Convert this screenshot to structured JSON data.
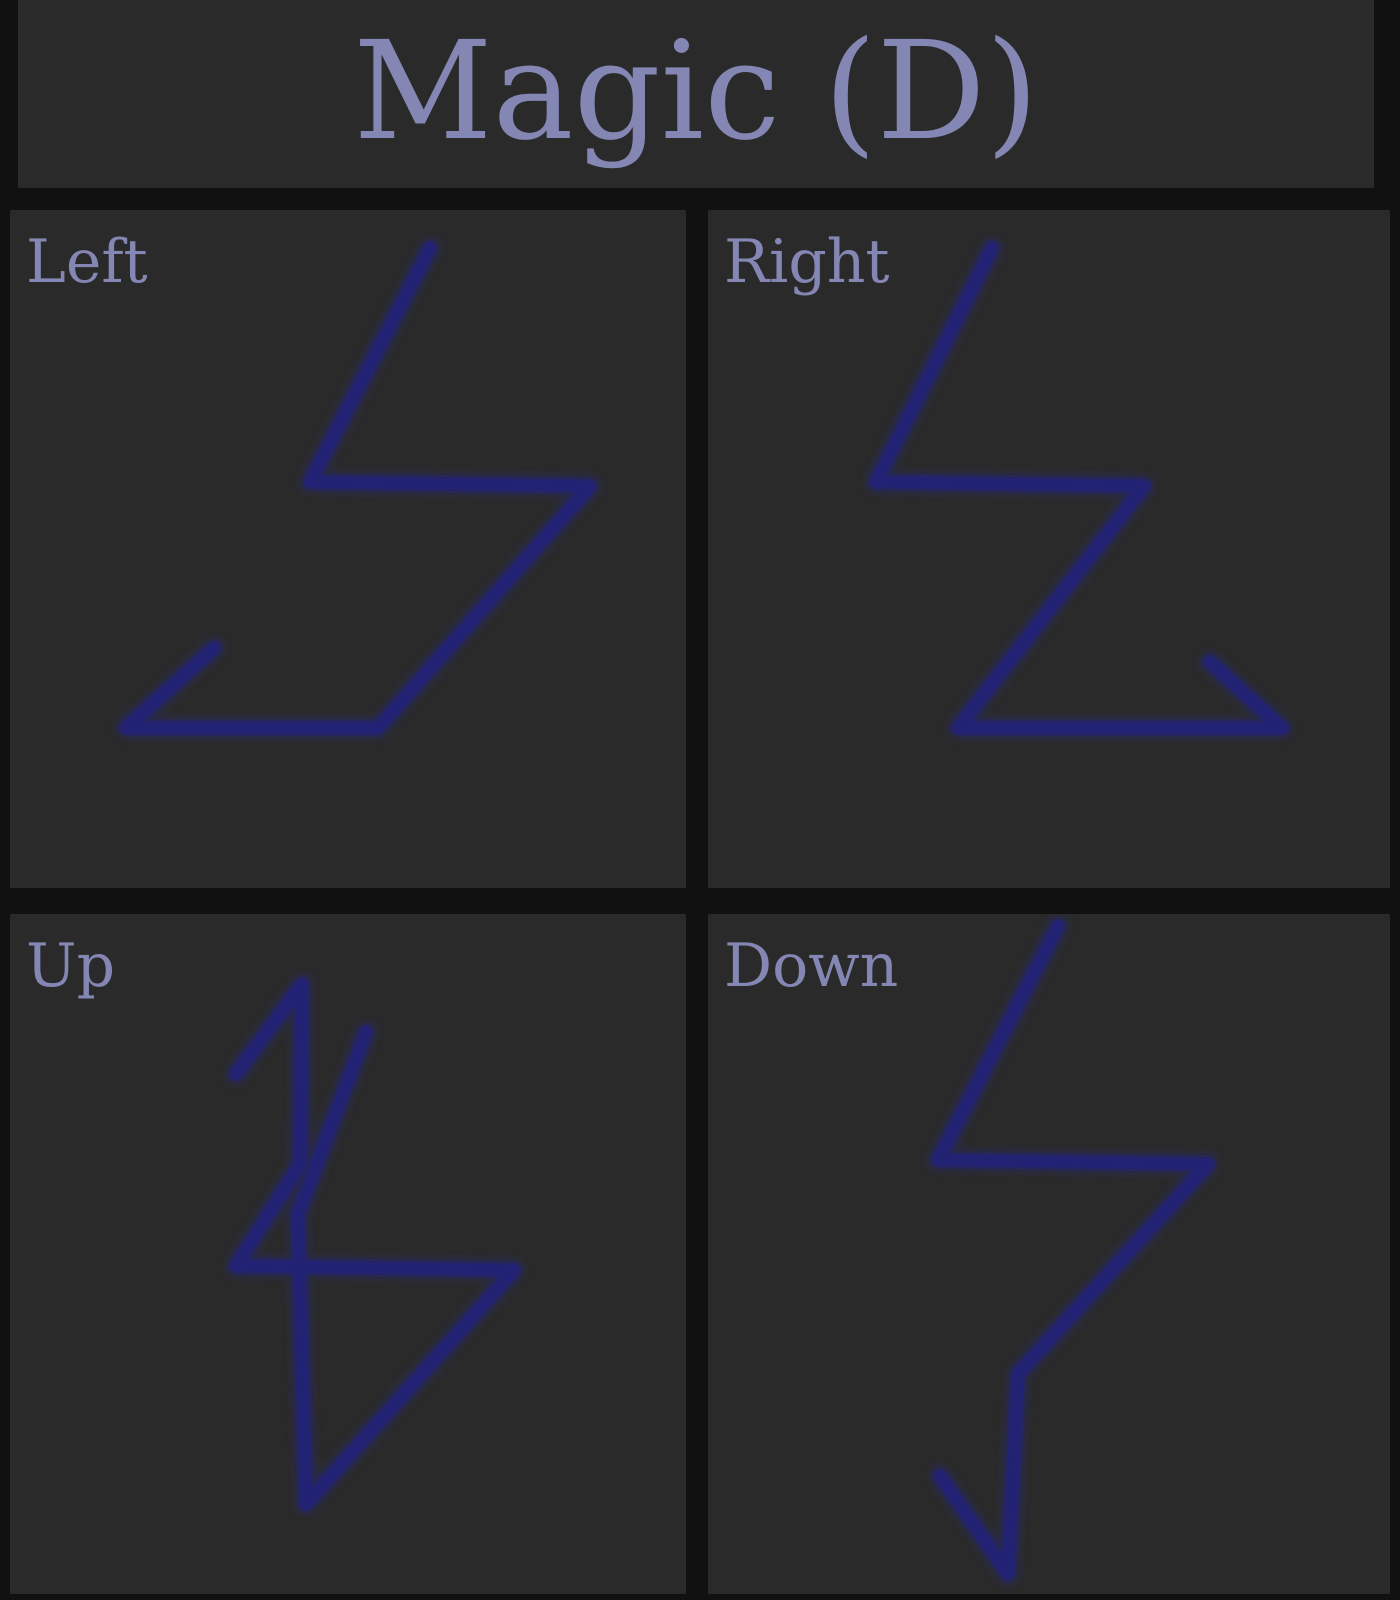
{
  "title": "Magic (D)",
  "colors": {
    "background": "#2a2a2a",
    "frame": "#111111",
    "text": "#8486b3",
    "stroke": "#222274"
  },
  "panels": [
    {
      "label": "Left",
      "glyph": "left-gesture-icon"
    },
    {
      "label": "Right",
      "glyph": "right-gesture-icon"
    },
    {
      "label": "Up",
      "glyph": "up-gesture-icon"
    },
    {
      "label": "Down",
      "glyph": "down-gesture-icon"
    }
  ]
}
